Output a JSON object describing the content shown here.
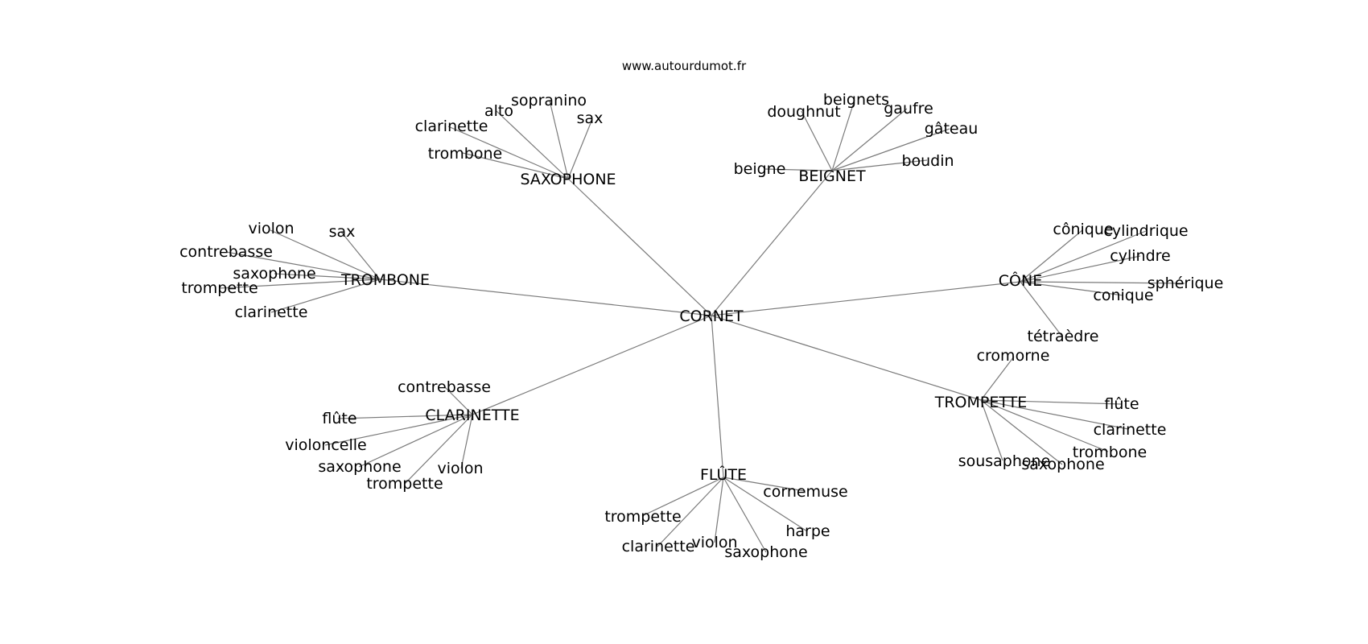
{
  "source": "www.autourdumot.fr",
  "center": "CORNET",
  "hubs": [
    {
      "id": "saxophone",
      "label": "SAXOPHONE",
      "leaves": [
        "sopranino",
        "alto",
        "sax",
        "clarinette",
        "trombone"
      ]
    },
    {
      "id": "beignet",
      "label": "BEIGNET",
      "leaves": [
        "beignets",
        "doughnut",
        "gaufre",
        "gâteau",
        "boudin",
        "beigne"
      ]
    },
    {
      "id": "trombone",
      "label": "TROMBONE",
      "leaves": [
        "violon",
        "sax",
        "contrebasse",
        "saxophone",
        "trompette",
        "clarinette"
      ]
    },
    {
      "id": "cone",
      "label": "CÔNE",
      "leaves": [
        "cônique",
        "cylindrique",
        "cylindre",
        "sphérique",
        "conique",
        "tétraèdre"
      ]
    },
    {
      "id": "clarinette",
      "label": "CLARINETTE",
      "leaves": [
        "contrebasse",
        "flûte",
        "violoncelle",
        "saxophone",
        "trompette",
        "violon"
      ]
    },
    {
      "id": "trompette",
      "label": "TROMPETTE",
      "leaves": [
        "cromorne",
        "flûte",
        "clarinette",
        "trombone",
        "sousaphone",
        "saxophone"
      ]
    },
    {
      "id": "flute",
      "label": "FLÛTE",
      "leaves": [
        "cornemuse",
        "trompette",
        "harpe",
        "clarinette",
        "violon",
        "saxophone"
      ]
    }
  ],
  "colors": {
    "edge": "#7a7a7a",
    "text": "#000000",
    "background": "#ffffff"
  }
}
